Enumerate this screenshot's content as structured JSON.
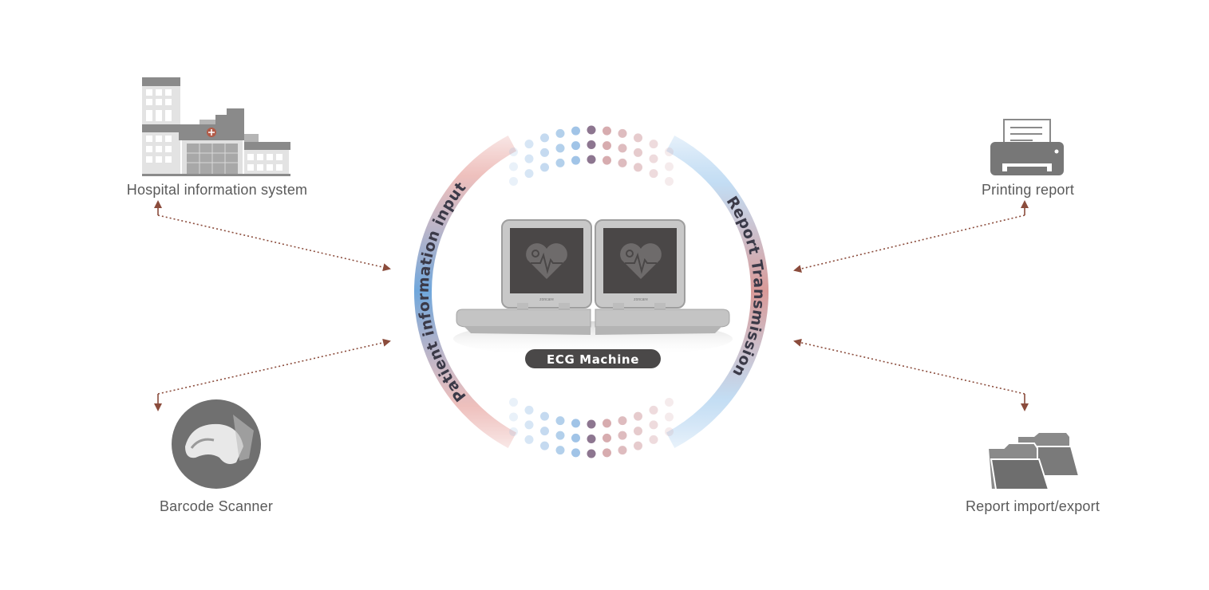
{
  "center": {
    "device_label": "ECG Machine",
    "brand": "zoncare",
    "left_arc_text": "Patient information input",
    "right_arc_text": "Report Transmission"
  },
  "nodes": [
    {
      "label": "Hospital information system",
      "icon": "hospital-icon"
    },
    {
      "label": "Barcode Scanner",
      "icon": "barcode-scanner-icon"
    },
    {
      "label": "Printing report",
      "icon": "printer-icon"
    },
    {
      "label": "Report import/export",
      "icon": "folder-icon"
    }
  ],
  "colors": {
    "arrow": "#8b4c3c",
    "icon_gray": "#8a8a8a",
    "ring_blue": "#6fa7dc",
    "ring_pink": "#d99a98",
    "pill": "#4a4848"
  }
}
